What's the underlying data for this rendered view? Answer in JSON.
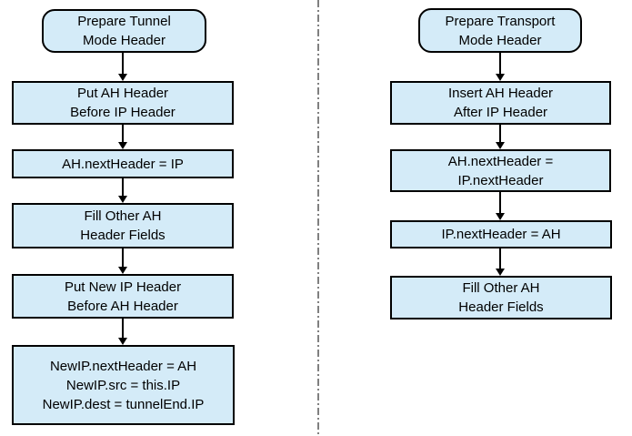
{
  "colors": {
    "box_fill": "#D4EBF8",
    "box_border": "#000000",
    "arrow": "#000000",
    "divider": "#808080"
  },
  "diagram": {
    "left_flow": {
      "nodes": [
        {
          "shape": "rounded",
          "lines": [
            "Prepare Tunnel",
            "Mode Header"
          ]
        },
        {
          "shape": "rectangle",
          "lines": [
            "Put AH Header",
            "Before IP Header"
          ]
        },
        {
          "shape": "rectangle",
          "lines": [
            "AH.nextHeader = IP"
          ]
        },
        {
          "shape": "rectangle",
          "lines": [
            "Fill Other AH",
            "Header Fields"
          ]
        },
        {
          "shape": "rectangle",
          "lines": [
            "Put New IP Header",
            "Before AH Header"
          ]
        },
        {
          "shape": "rectangle",
          "lines": [
            "NewIP.nextHeader = AH",
            "NewIP.src = this.IP",
            "NewIP.dest = tunnelEnd.IP"
          ]
        }
      ]
    },
    "right_flow": {
      "nodes": [
        {
          "shape": "rounded",
          "lines": [
            "Prepare Transport",
            "Mode Header"
          ]
        },
        {
          "shape": "rectangle",
          "lines": [
            "Insert AH Header",
            "After IP Header"
          ]
        },
        {
          "shape": "rectangle",
          "lines": [
            "AH.nextHeader =",
            "IP.nextHeader"
          ]
        },
        {
          "shape": "rectangle",
          "lines": [
            "IP.nextHeader = AH"
          ]
        },
        {
          "shape": "rectangle",
          "lines": [
            "Fill Other AH",
            "Header Fields"
          ]
        }
      ]
    }
  }
}
